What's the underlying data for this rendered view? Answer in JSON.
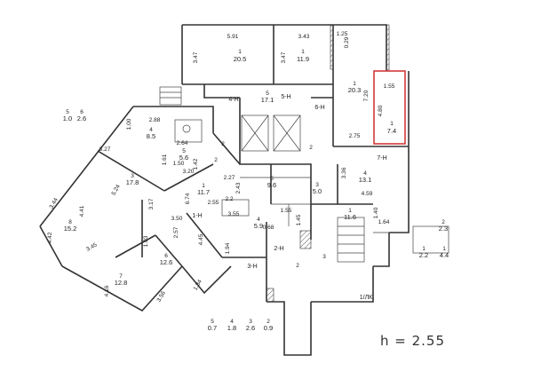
{
  "height_label": "h = 2.55",
  "highlight_color": "#d23a3a",
  "rooms": [
    {
      "id": "r1",
      "num": "1",
      "area": "20.5",
      "dims": [
        "5.91",
        "3.47"
      ]
    },
    {
      "id": "r2",
      "num": "1",
      "area": "11.9",
      "dims": [
        "3.43",
        "3.47"
      ]
    },
    {
      "id": "r3",
      "num": "1",
      "area": "20.3",
      "dims": [
        "1.25",
        "0.29",
        "7.20"
      ]
    },
    {
      "id": "r4",
      "num": "1",
      "area": "7.4",
      "dims": [
        "1.55",
        "4.80"
      ],
      "highlighted": true
    },
    {
      "id": "r5",
      "num": "5",
      "area": "17.1"
    },
    {
      "id": "r6",
      "num": "4",
      "area": "13.1",
      "dims": [
        "3.36",
        "4.59",
        "2.75"
      ]
    },
    {
      "id": "r7",
      "num": "1",
      "area": "11.6",
      "dims": [
        "1.40",
        "1.64"
      ]
    },
    {
      "id": "r8",
      "num": "3",
      "area": "5.0"
    },
    {
      "id": "r9",
      "num": "5",
      "area": "9.6"
    },
    {
      "id": "r10",
      "num": "4",
      "area": "5.9"
    },
    {
      "id": "r11",
      "num": "3",
      "area": "17.8",
      "dims": [
        "3.27",
        "5.24",
        "3.17"
      ]
    },
    {
      "id": "r12",
      "num": "8",
      "area": "15.2",
      "dims": [
        "3.44",
        "4.41",
        "4.42",
        "3.45"
      ]
    },
    {
      "id": "r13",
      "num": "7",
      "area": "12.8",
      "dims": [
        "4.16",
        "3.56"
      ]
    },
    {
      "id": "r14",
      "num": "6",
      "area": "12.6",
      "dims": [
        "3.50",
        "4.45",
        "1.34"
      ]
    },
    {
      "id": "r15",
      "num": "4",
      "area": "8.5",
      "dims": [
        "2.88"
      ]
    },
    {
      "id": "r16",
      "num": "5",
      "area": "5.6"
    },
    {
      "id": "r17",
      "num": "1",
      "area": "11.7",
      "dims": [
        "6.74"
      ]
    },
    {
      "id": "r18",
      "num": "2",
      "area": "2.3"
    },
    {
      "id": "r19",
      "num": "1",
      "area": "2.2"
    },
    {
      "id": "r20",
      "num": "1",
      "area": "4.4"
    }
  ],
  "zones": [
    "4-Н",
    "5-Н",
    "6-Н",
    "7-Н",
    "2-Н",
    "3-Н",
    "1-Н",
    "1/ЛК"
  ],
  "legend_top": [
    {
      "num": "5",
      "area": "1.0"
    },
    {
      "num": "6",
      "area": "2.6"
    }
  ],
  "legend_bottom": [
    {
      "num": "5",
      "area": "0.7"
    },
    {
      "num": "4",
      "area": "1.8"
    },
    {
      "num": "3",
      "area": "2.6"
    },
    {
      "num": "2",
      "area": "0.9"
    }
  ],
  "misc_dims": [
    "2.64",
    "2.27",
    "2.57",
    "2.2",
    "1.55",
    "1.45",
    "0.68",
    "1.94",
    "3.55",
    "2.55",
    "1.03",
    "1.42",
    "1.50",
    "3.20",
    "1.61",
    "2.43",
    "1.00",
    "2",
    "2",
    "2",
    "3",
    "2"
  ]
}
